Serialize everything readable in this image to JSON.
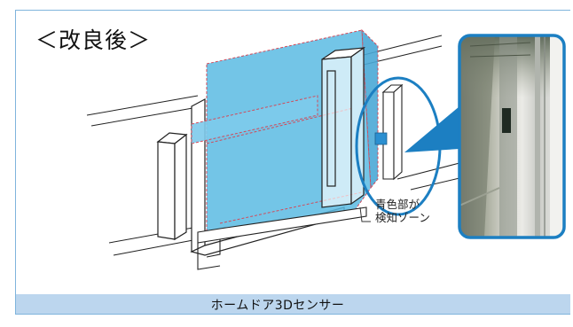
{
  "heading": "＜改良後＞",
  "zone_label": {
    "line1": "青色部が",
    "line2": "検知ゾーン"
  },
  "caption": "ホームドア3Dセンサー",
  "colors": {
    "frame_border": "#7fb4dc",
    "detection_zone": "#5bbbe3",
    "callout_ring": "#1c7fc2",
    "caption_bar": "#bcd6ee",
    "zone_outline": "#d24a5a"
  },
  "icons": {
    "photo": "platform-door-sensor-photo"
  }
}
